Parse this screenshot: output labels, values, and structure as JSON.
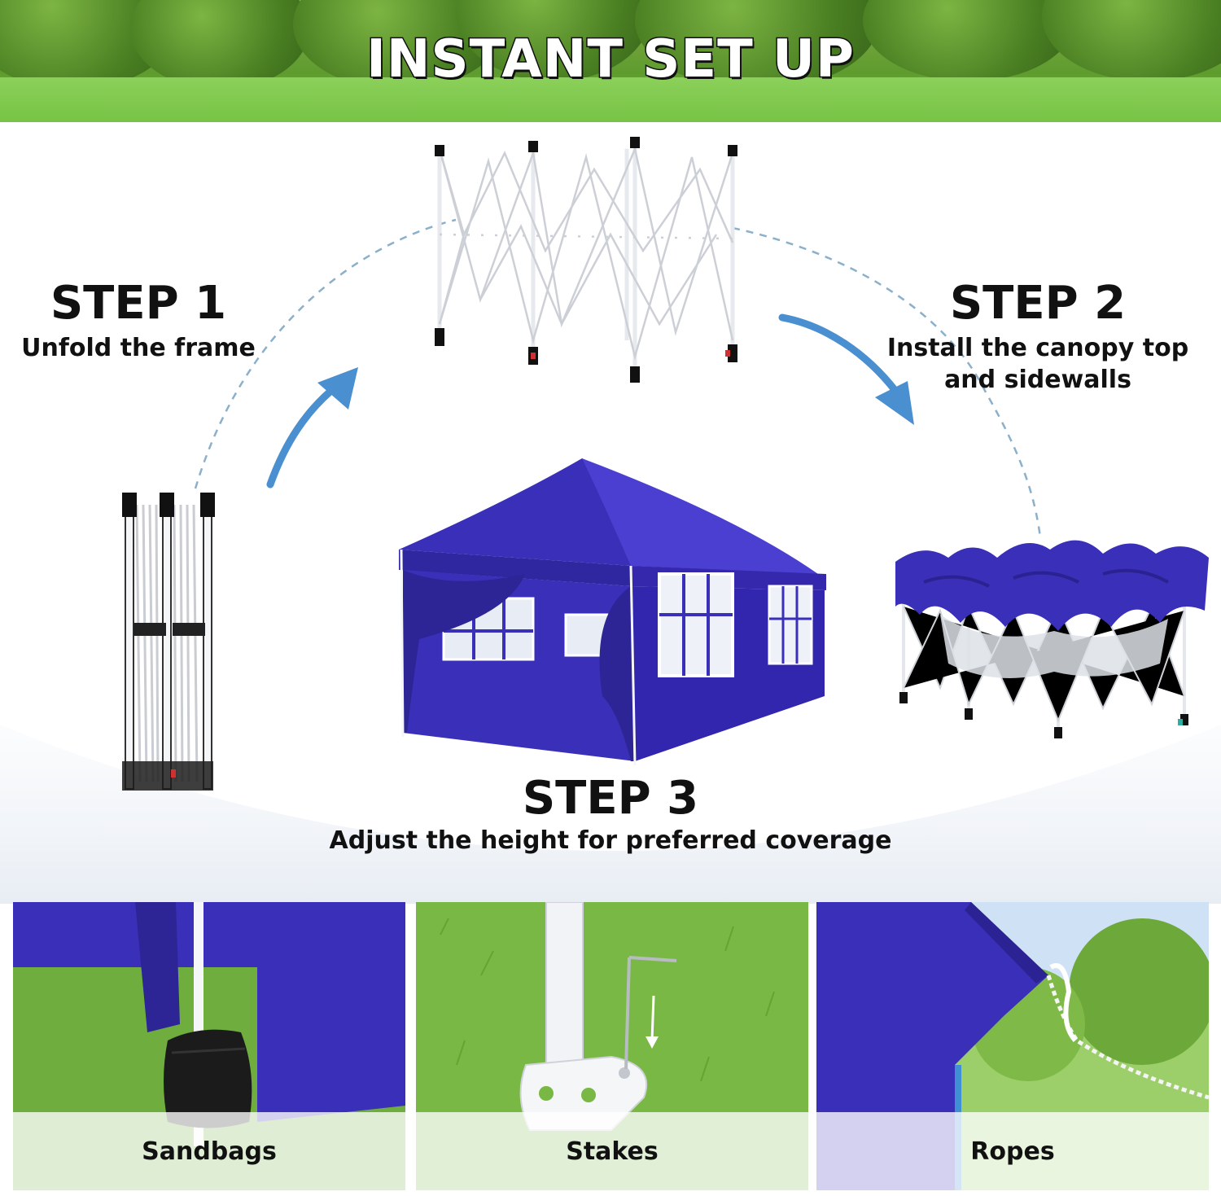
{
  "banner": {
    "title": "INSTANT SET UP"
  },
  "steps": [
    {
      "heading": "STEP 1",
      "description": "Unfold the frame"
    },
    {
      "heading": "STEP 2",
      "description_line1": "Install the canopy top",
      "description_line2": "and sidewalls"
    },
    {
      "heading": "STEP 3",
      "description": "Adjust the height for preferred coverage"
    }
  ],
  "accessories": [
    {
      "label": "Sandbags"
    },
    {
      "label": "Stakes"
    },
    {
      "label": "Ropes"
    }
  ],
  "colors": {
    "canopy": "#3a2fb8",
    "arrow": "#4a8fd0",
    "grass": "#6fb63a",
    "frame": "#f4f6f8"
  },
  "icons": [
    "up-right-arrow-icon",
    "down-right-arrow-icon"
  ]
}
